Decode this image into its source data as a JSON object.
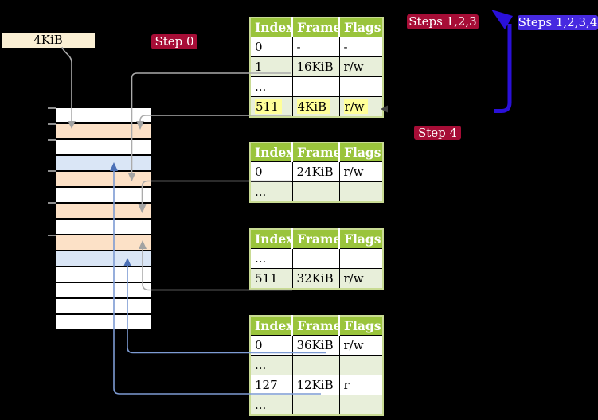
{
  "frame_label": {
    "text": "4KiB"
  },
  "badges": {
    "step0": {
      "text": "Step 0"
    },
    "steps123": {
      "text": "Steps 1,2,3"
    },
    "steps1234": {
      "text": "Steps 1,2,3,4"
    },
    "step4": {
      "text": "Step 4"
    }
  },
  "page_tables": [
    {
      "columns": [
        "Index",
        "Frame",
        "Flags"
      ],
      "rows": [
        {
          "cells": [
            "0",
            "-",
            "-"
          ]
        },
        {
          "cells": [
            "1",
            "16KiB",
            "r/w"
          ]
        },
        {
          "cells": [
            "...",
            "",
            ""
          ]
        },
        {
          "cells": [
            "511",
            "4KiB",
            "r/w"
          ],
          "highlighted": true
        }
      ]
    },
    {
      "columns": [
        "Index",
        "Frame",
        "Flags"
      ],
      "rows": [
        {
          "cells": [
            "0",
            "24KiB",
            "r/w"
          ]
        },
        {
          "cells": [
            "...",
            "",
            ""
          ]
        }
      ]
    },
    {
      "columns": [
        "Index",
        "Frame",
        "Flags"
      ],
      "rows": [
        {
          "cells": [
            "...",
            "",
            ""
          ]
        },
        {
          "cells": [
            "511",
            "32KiB",
            "r/w"
          ]
        }
      ]
    },
    {
      "columns": [
        "Index",
        "Frame",
        "Flags"
      ],
      "rows": [
        {
          "cells": [
            "0",
            "36KiB",
            "r/w"
          ]
        },
        {
          "cells": [
            "...",
            "",
            ""
          ]
        },
        {
          "cells": [
            "127",
            "12KiB",
            "r"
          ]
        },
        {
          "cells": [
            "...",
            "",
            ""
          ]
        }
      ]
    }
  ],
  "memory_map": {
    "rows": [
      "white",
      "orange",
      "white",
      "blue",
      "orange",
      "white",
      "orange",
      "white",
      "orange",
      "blue",
      "white",
      "white",
      "white",
      "white"
    ],
    "tick_tops": [
      135,
      155,
      175,
      214,
      254,
      295
    ]
  },
  "colors": {
    "background": "#000000",
    "badge_red": "#A60D36",
    "badge_blue": "#4629E0",
    "flow_arrow_blue": "#2A10D9",
    "table_header_green": "#9AC43C",
    "table_alt_row_green": "#E8EFDA",
    "table_border_green": "#C9DB94",
    "highlight_yellow": "#FFFF99",
    "frame_table_orange": "#FCE1C7",
    "frame_page_blue": "#DAE6F6",
    "label_cream": "#FAEFD4",
    "connector_gray": "#ABABAB",
    "connector_blue": "#7D9BD3"
  }
}
